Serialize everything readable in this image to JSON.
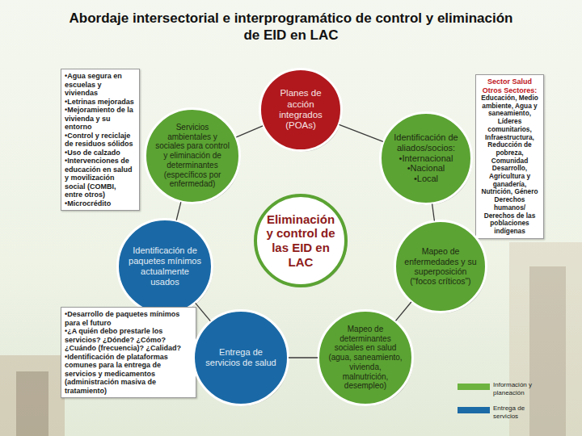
{
  "diagram": {
    "title": "Abordaje intersectorial e interprogramático de control y eliminación de EID en LAC",
    "nodes": [
      {
        "text": [
          "•Agua segura en escuelas y viviendas",
          "•Letrinas mejoradas",
          "•Mejoramiento de la vivienda y su entorno",
          "•Control y reciclaje de residuos sólidos",
          "•Uso de calzado",
          "•Intervenciones de educación en salud y movilización social (COMBI, entre otros)",
          "•Microcrédito"
        ]
      },
      {
        "text": [
          "Planes de acción integrados (POAs)"
        ]
      },
      {
        "text": [
          "Servicios ambientales y sociales para control y eliminación de determinantes (específicos por enfermedad)"
        ]
      },
      {
        "text": [
          "Sector Salud Otros Sectores:",
          "Educación, Medio ambiente, Agua y saneamiento, Líderes comunitarios, Infraestructura, Reducción de pobreza, Comunidad Desarrollo, Agricultura y ganadería, Nutrición, Género Derechos humanos/ Derechos de las poblaciones indígenas"
        ]
      },
      {
        "text": [
          "Identificación de aliados/socios:",
          "•Internacional",
          "•Nacional",
          "•Local"
        ]
      },
      {
        "text": [
          "Eliminación y control de las EID en LAC"
        ]
      },
      {
        "text": [
          "Identificación de paquetes mínimos actualmente usados"
        ]
      },
      {
        "text": [
          "Mapeo de enfermedades y su superposición (“focos críticos”)"
        ]
      },
      {
        "text": [
          "•Desarrollo de paquetes mínimos para el futuro",
          "•¿A quién debo prestarle los servicios? ¿Dónde? ¿Cómo? ¿Cuándo (frecuencia)? ¿Calidad?",
          "•Identificación de plataformas comunes para la entrega de servicios y medicamentos (administración masiva de tratamiento)"
        ]
      },
      {
        "text": [
          "Entrega de servicios de salud"
        ]
      },
      {
        "text": [
          "Mapeo de determinantes sociales en salud (agua, saneamiento, vivienda, malnutrición, desempleo)"
        ]
      }
    ],
    "edges": [
      {
        "from": 1,
        "to": 4,
        "arrow": "none"
      },
      {
        "from": 4,
        "to": 7,
        "arrow": "none"
      },
      {
        "from": 7,
        "to": 10,
        "arrow": "none"
      },
      {
        "from": 10,
        "to": 9,
        "arrow": "none"
      },
      {
        "from": 9,
        "to": 6,
        "arrow": "none"
      },
      {
        "from": 6,
        "to": 2,
        "arrow": "none"
      },
      {
        "from": 2,
        "to": 1,
        "arrow": "none"
      }
    ],
    "legend": [
      {
        "text": "Información y planeación",
        "color": "#6cb33f"
      },
      {
        "text": "Entrega de servicios",
        "color": "#1c6aa6"
      }
    ]
  }
}
